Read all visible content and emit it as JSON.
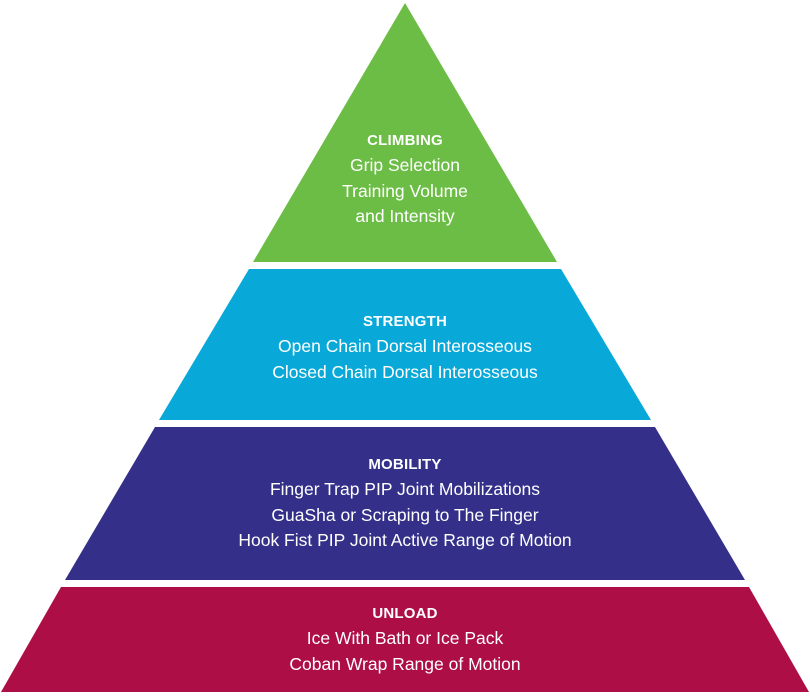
{
  "tiers": [
    {
      "heading": "CLIMBING",
      "lines": [
        "Grip Selection",
        "Training Volume",
        "and Intensity"
      ],
      "color": "#6bbd45"
    },
    {
      "heading": "STRENGTH",
      "lines": [
        "Open Chain Dorsal Interosseous",
        "Closed Chain Dorsal Interosseous"
      ],
      "color": "#08a9d8"
    },
    {
      "heading": "MOBILITY",
      "lines": [
        "Finger Trap PIP Joint Mobilizations",
        "GuaSha or Scraping to The Finger",
        "Hook Fist PIP Joint Active Range of Motion"
      ],
      "color": "#34308a"
    },
    {
      "heading": "UNLOAD",
      "lines": [
        "Ice With Bath or Ice Pack",
        "Coban Wrap Range of Motion"
      ],
      "color": "#ad0e46"
    }
  ]
}
